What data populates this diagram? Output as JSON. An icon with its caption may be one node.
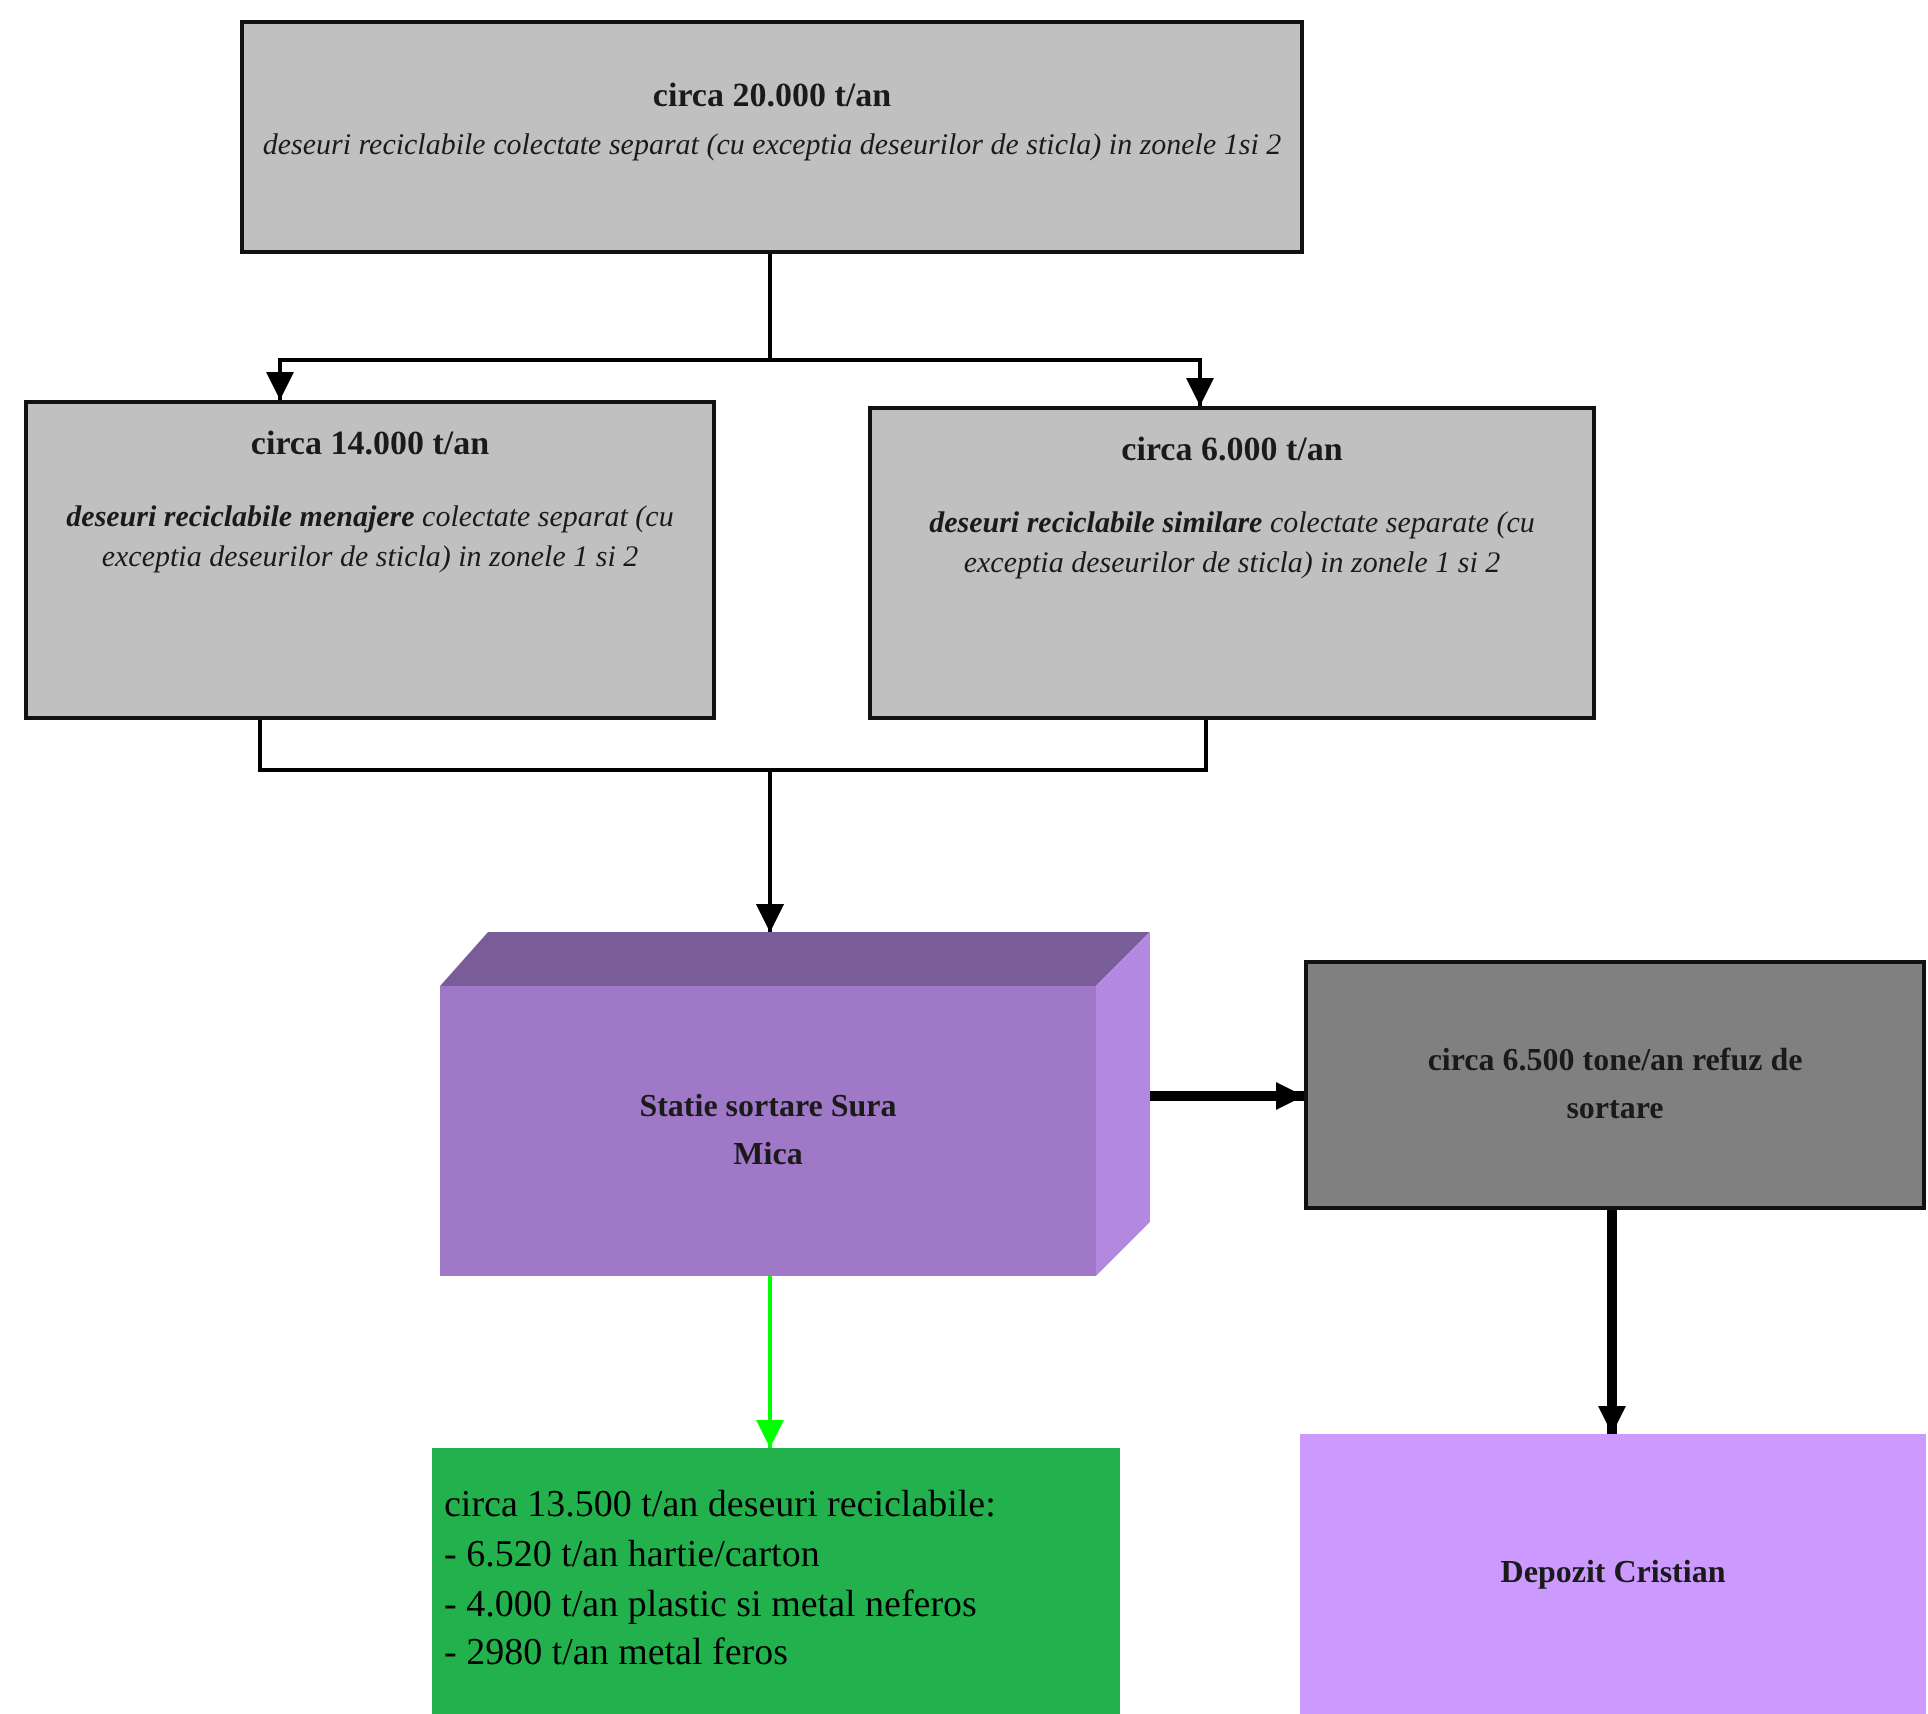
{
  "diagram": {
    "nodes": [
      {
        "text": [
          "circa 20.000 t/an",
          "deseuri reciclabile colectate separat (cu exceptia deseurilor de sticla) in zonele 1si 2"
        ]
      },
      {
        "text": [
          "circa 14.000 t/an",
          "**deseuri reciclabile menajere** colectate separat (cu exceptia deseurilor de sticla) in zonele 1 si 2"
        ]
      },
      {
        "text": [
          "circa 6.000 t/an",
          "**deseuri reciclabile similare** colectate separate (cu exceptia deseurilor de sticla) in zonele 1 si 2"
        ]
      },
      {
        "text": [
          "Statie sortare Sura Mica"
        ]
      },
      {
        "text": [
          "circa 6.500 tone/an refuz de sortare"
        ]
      },
      {
        "text": [
          "circa 13.500 t/an deseuri reciclabile:",
          "- 6.520 t/an hartie/carton",
          "- 4.000 t/an plastic si metal neferos",
          "- 2980 t/an metal feros"
        ]
      },
      {
        "text": [
          "Depozit Cristian"
        ]
      }
    ],
    "edges": [
      {
        "from": 0,
        "to": 1,
        "arrow": "to"
      },
      {
        "from": 0,
        "to": 2,
        "arrow": "to"
      },
      {
        "from": 1,
        "to": 3,
        "arrow": "to"
      },
      {
        "from": 2,
        "to": 3,
        "arrow": "to"
      },
      {
        "from": 3,
        "to": 4,
        "arrow": "to",
        "style": "thick"
      },
      {
        "from": 3,
        "to": 5,
        "arrow": "to",
        "color": "#00ff00"
      },
      {
        "from": 4,
        "to": 6,
        "arrow": "to",
        "style": "thick"
      }
    ]
  }
}
